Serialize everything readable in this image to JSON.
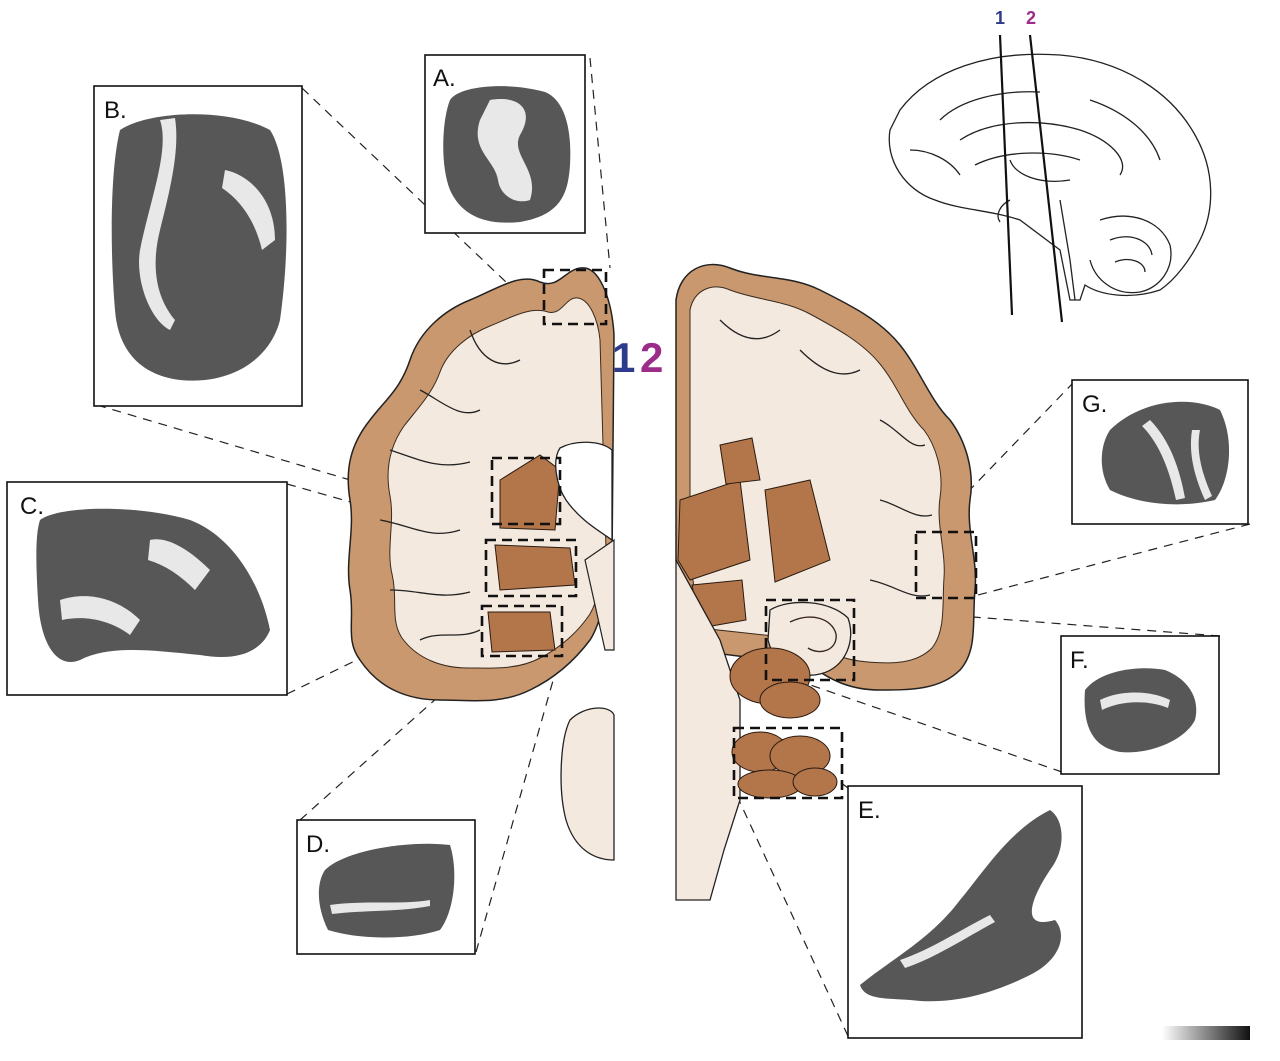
{
  "panels": [
    {
      "id": "A",
      "label": "A."
    },
    {
      "id": "B",
      "label": "B."
    },
    {
      "id": "C",
      "label": "C."
    },
    {
      "id": "D",
      "label": "D."
    },
    {
      "id": "E",
      "label": "E."
    },
    {
      "id": "F",
      "label": "F."
    },
    {
      "id": "G",
      "label": "G."
    }
  ],
  "planes": {
    "plane1": {
      "label": "1",
      "color": "#2e3a8c"
    },
    "plane2": {
      "label": "2",
      "color": "#9b2c8a"
    }
  },
  "colors": {
    "gray_matter": "#c9986e",
    "white_matter": "#f4e9df",
    "deep_nuclei": "#b3764a"
  }
}
